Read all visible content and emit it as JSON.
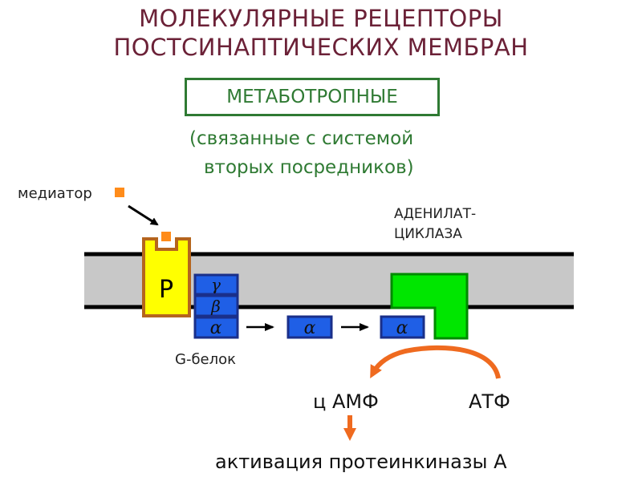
{
  "title_line1": "МОЛЕКУЛЯРНЫЕ РЕЦЕПТОРЫ",
  "title_line2": "ПОСТСИНАПТИЧЕСКИХ МЕМБРАН",
  "receptor_type": "МЕТАБОТРОПНЫЕ",
  "note_line1": "(связанные с системой",
  "note_line2": "вторых посредников)",
  "labels": {
    "mediator": "медиатор",
    "adenylate_line1": "АДЕНИЛАТ-",
    "adenylate_line2": "ЦИКЛАЗА",
    "g_protein": "G-белок",
    "receptor": "Р",
    "camp": "ц АМФ",
    "atp": "АТФ",
    "activation": "активация протеинкиназы А"
  },
  "subunits": {
    "gamma": "γ",
    "beta": "β",
    "alpha": "α"
  },
  "colors": {
    "title": "#6b2137",
    "green_text": "#2f7a33",
    "membrane": "#c8c8c8",
    "receptor_fill": "#ffff00",
    "receptor_border": "#b5651d",
    "subunit_fill": "#1f5fe6",
    "subunit_border": "#1a2f8a",
    "cyclase": "#00e600",
    "mediator": "#ff8c1a",
    "orange_arrow": "#ef6a1f"
  }
}
